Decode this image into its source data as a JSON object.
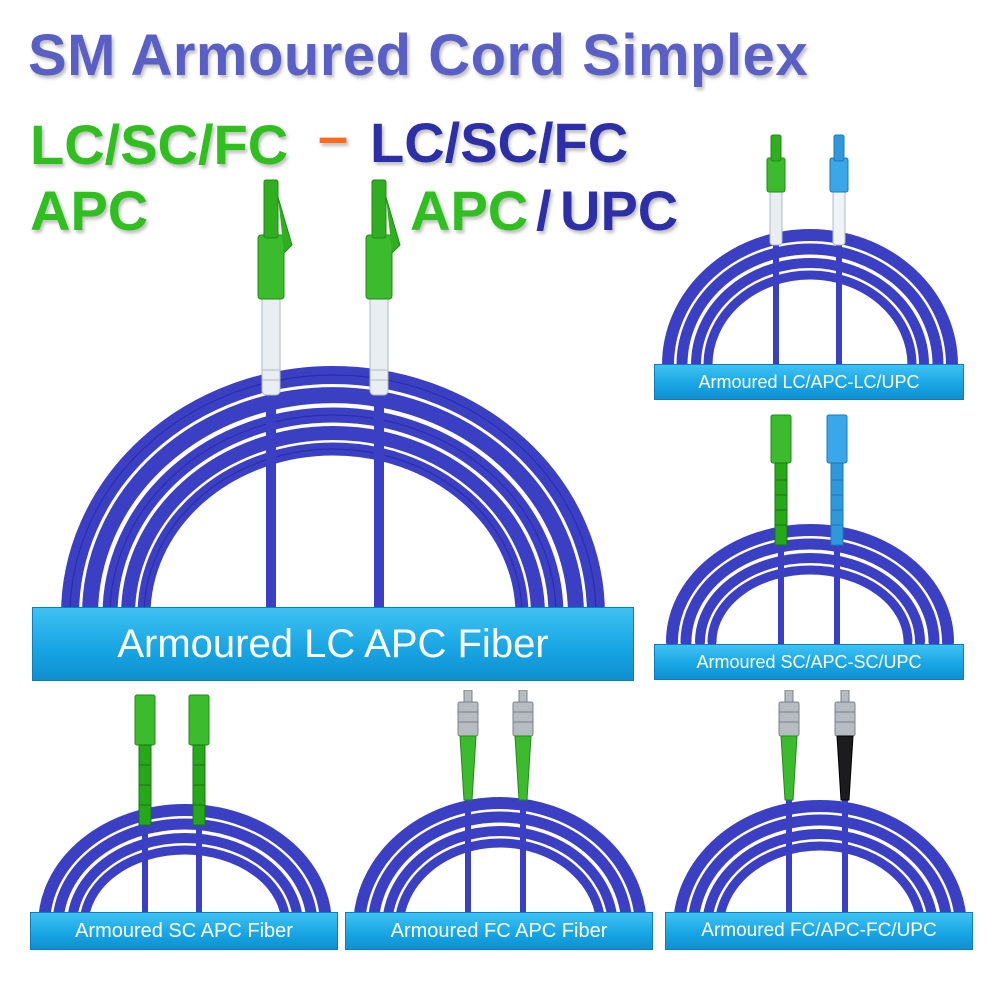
{
  "title": "SM Armoured Cord Simplex",
  "subtitle": {
    "left_line1": "LC/SC/FC",
    "dash": "–",
    "right_line1": "LC/SC/FC",
    "left_line2": "APC",
    "right_line2_a": "APC",
    "right_line2_sep": "/",
    "right_line2_b": "UPC"
  },
  "panels": {
    "main": {
      "caption": "Armoured LC APC Fiber",
      "left_connector": "lc-apc-connector-icon",
      "right_connector": "lc-apc-connector-icon"
    },
    "lc_lc": {
      "caption": "Armoured LC/APC-LC/UPC",
      "left_connector": "lc-apc-connector-icon",
      "right_connector": "lc-upc-connector-icon"
    },
    "sc_sc": {
      "caption": "Armoured SC/APC-SC/UPC",
      "left_connector": "sc-apc-connector-icon",
      "right_connector": "sc-upc-connector-icon"
    },
    "sc_apc": {
      "caption": "Armoured SC APC Fiber",
      "left_connector": "sc-apc-connector-icon",
      "right_connector": "sc-apc-connector-icon"
    },
    "fc_apc": {
      "caption": "Armoured FC APC Fiber",
      "left_connector": "fc-apc-connector-icon",
      "right_connector": "fc-apc-connector-icon"
    },
    "fc_fc": {
      "caption": "Armoured FC/APC-FC/UPC",
      "left_connector": "fc-apc-connector-icon",
      "right_connector": "fc-upc-connector-icon"
    }
  },
  "colors": {
    "cable": "#3b3fc4",
    "apc_green": "#2fbf1f",
    "upc_blue": "#2aa2e8",
    "title": "#5a5fc6",
    "banner": "#19a6e4"
  }
}
